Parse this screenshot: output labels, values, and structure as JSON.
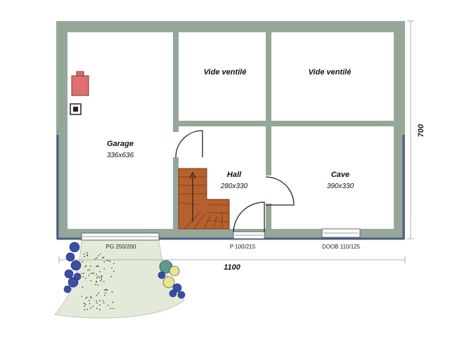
{
  "rooms": {
    "garage": {
      "name": "Garage",
      "size": "336x636"
    },
    "vide1": {
      "name": "Vide ventilé"
    },
    "vide2": {
      "name": "Vide ventilé"
    },
    "hall": {
      "name": "Hall",
      "size": "280x330"
    },
    "cave": {
      "name": "Cave",
      "size": "390x330"
    }
  },
  "openings": {
    "garage_door": "PG 250/200",
    "entry_door": "P 100/215",
    "window": "DOOB 110/125"
  },
  "dimensions": {
    "width": "1100",
    "height": "700"
  },
  "colors": {
    "wall": "#95a898",
    "floor": "#ffffff",
    "outline": "#4a5d86",
    "stair": "#b5602e",
    "path": "#e4ead8",
    "shrub_blue": "#3a4ea8",
    "shrub_yellow": "#e8e48a",
    "shrub_teal": "#5f9a8a"
  }
}
